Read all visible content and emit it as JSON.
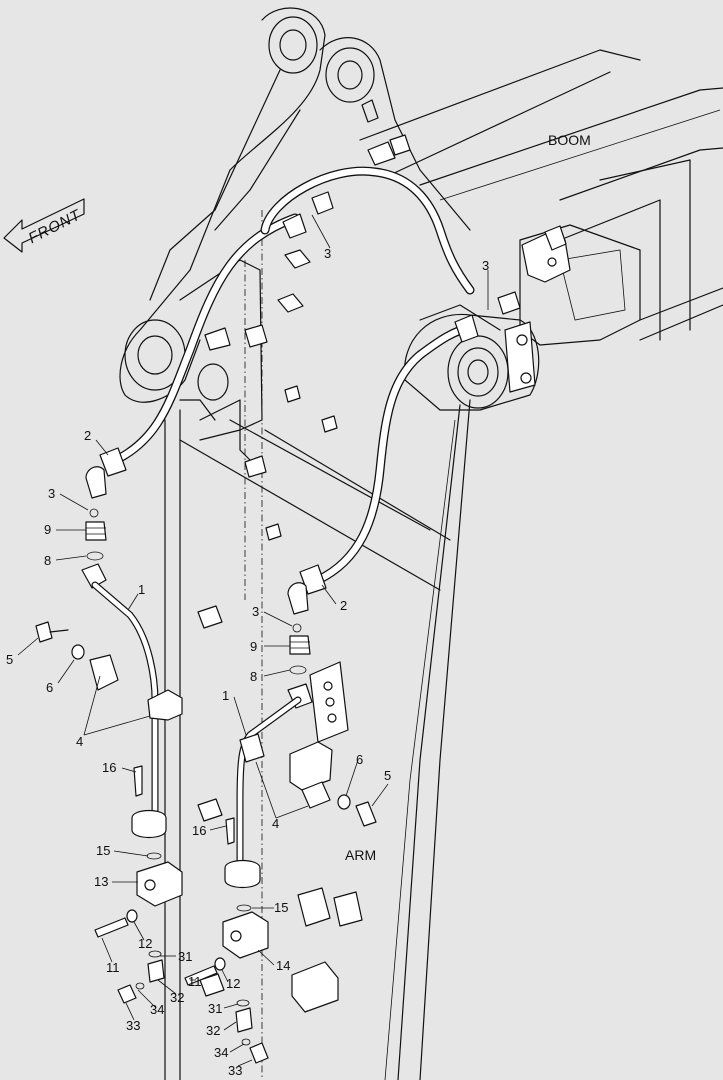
{
  "labels": {
    "front": "FRONT",
    "boom": "BOOM",
    "arm": "ARM"
  },
  "callouts": [
    "1",
    "2",
    "3",
    "4",
    "5",
    "6",
    "8",
    "9",
    "11",
    "12",
    "13",
    "14",
    "15",
    "16",
    "31",
    "32",
    "33",
    "34"
  ],
  "colors": {
    "background": "#e6e6e6",
    "line": "#111111",
    "fill": "#ffffff"
  }
}
